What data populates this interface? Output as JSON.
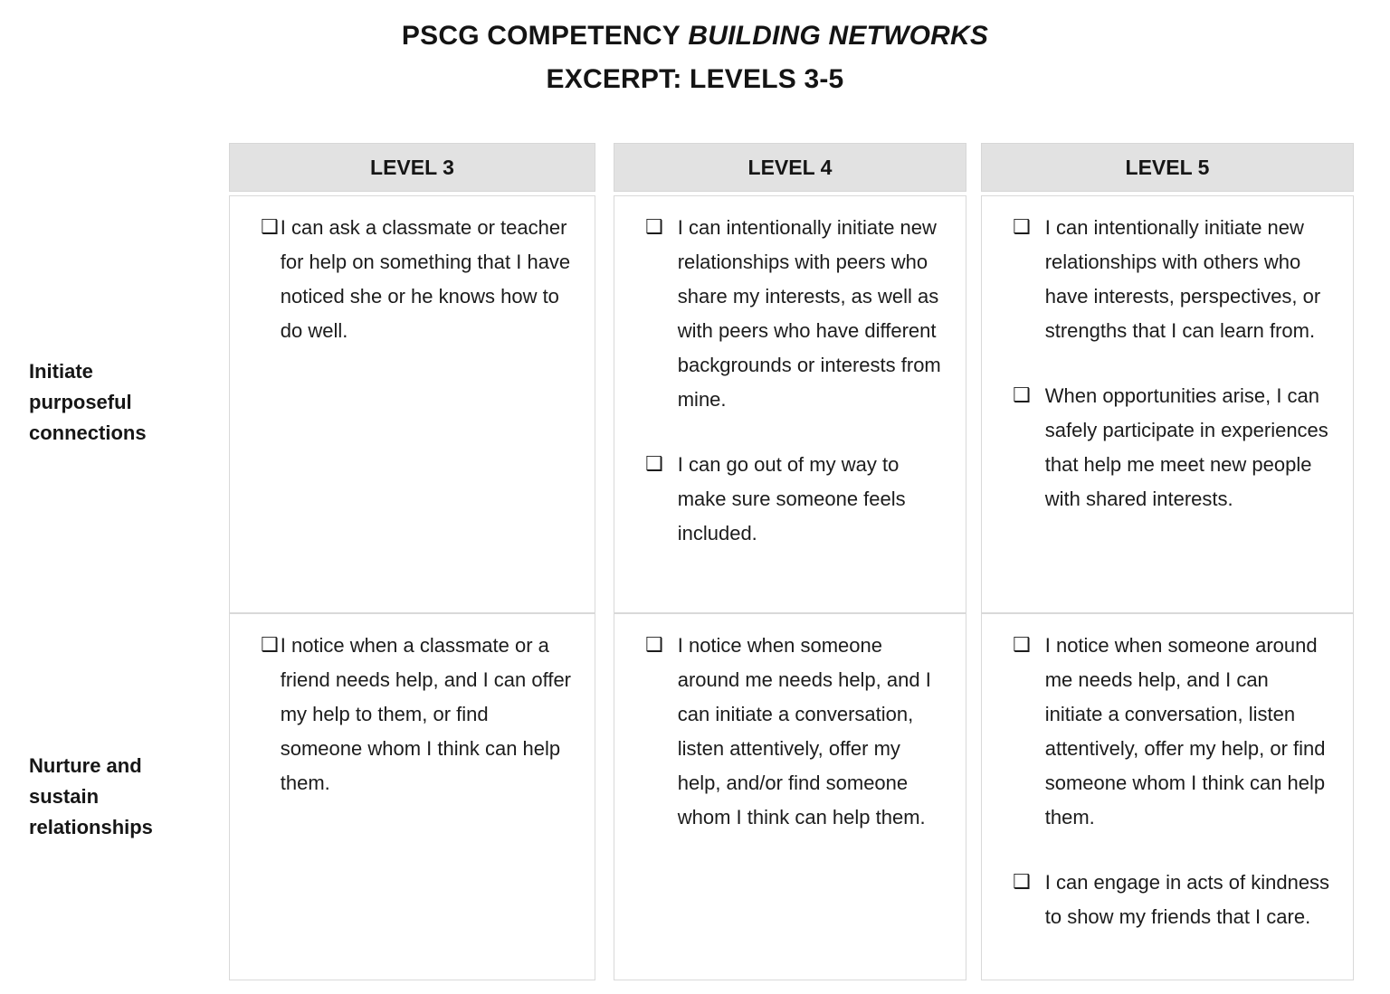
{
  "page": {
    "title_prefix": "PSCG COMPETENCY",
    "title_emphasis": "BUILDING NETWORKS",
    "subtitle": "EXCERPT: LEVELS 3-5"
  },
  "table": {
    "checkbox_glyph": "❑",
    "columns": [
      "LEVEL 3",
      "LEVEL 4",
      "LEVEL 5"
    ],
    "rows": [
      {
        "label": "Initiate purposeful connections",
        "cells": [
          {
            "items": [
              "I can ask a classmate or teacher for help on something that I have noticed she or he knows how to do well."
            ]
          },
          {
            "items": [
              "I can intentionally initiate new relationships with peers who share my interests, as well as with peers who have different backgrounds or interests from mine.",
              "I can go out of my way to make sure someone feels included."
            ]
          },
          {
            "items": [
              "I can intentionally initiate new relationships with others who have interests, perspectives, or strengths that I can learn from.",
              "When opportunities arise, I can safely participate in experiences that help me meet new people with shared interests."
            ]
          }
        ]
      },
      {
        "label": "Nurture and sustain relationships",
        "cells": [
          {
            "items": [
              "I notice when a classmate or a friend needs help, and I can offer my help to them, or find someone whom I think can help them."
            ]
          },
          {
            "items": [
              "I notice when someone around me needs help, and I can initiate a conversation, listen attentively, offer my help, and/or find someone whom I think can help them."
            ]
          },
          {
            "items": [
              "I notice when someone around me needs help, and I can initiate a conversation, listen attentively, offer my help, or find someone whom I think can help them.",
              "I can engage in acts of kindness to show my friends that I care."
            ]
          }
        ]
      }
    ]
  },
  "colors": {
    "header_background": "#e2e2e2",
    "cell_border": "#d9d9d9",
    "text": "#1c1c1c"
  }
}
